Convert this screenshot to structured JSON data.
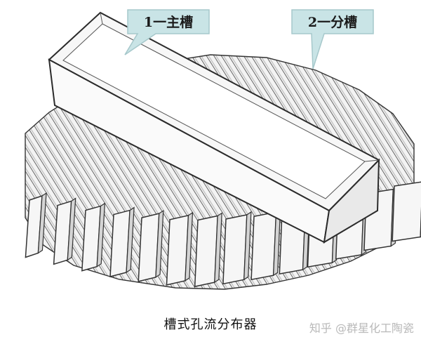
{
  "diagram": {
    "callouts": [
      {
        "label": "1一主槽"
      },
      {
        "label": "2一分槽"
      }
    ],
    "caption": "槽式孔流分布器"
  },
  "watermark": {
    "text": "知乎 @群星化工陶瓷"
  },
  "colors": {
    "line": "#333333",
    "fin_fill": "#f6f6f6",
    "fin_shadow": "#d4d4d4",
    "callout_fill": "#c9e4e6",
    "callout_border": "#a6c8cb"
  }
}
